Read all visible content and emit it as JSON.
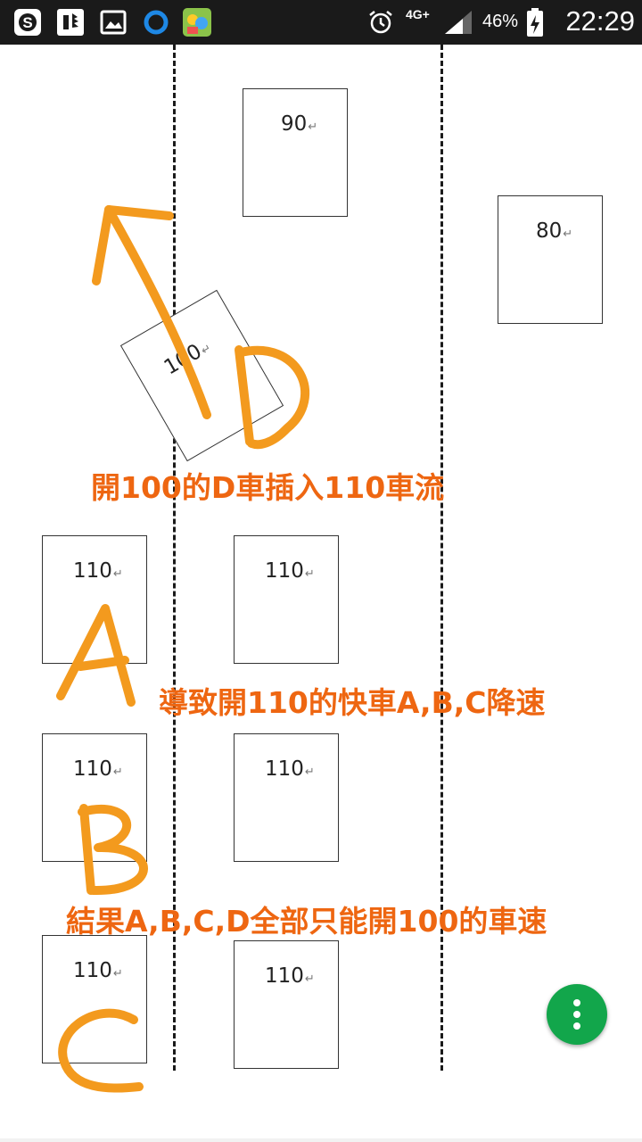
{
  "status_bar": {
    "time": "22:29",
    "battery_percent": "46%",
    "network": "4G+",
    "icons_left": [
      "skype-icon",
      "dragon-app-icon",
      "gallery-icon",
      "ring-app-icon",
      "game-app-icon"
    ],
    "icons_right": [
      "alarm-clock-icon",
      "signal-icon",
      "battery-icon"
    ]
  },
  "cars": {
    "top_90": "90",
    "right_80": "80",
    "d_100": "100",
    "a_left": "110",
    "a_right": "110",
    "b_left": "110",
    "b_right": "110",
    "c_left": "110",
    "c_right": "110"
  },
  "handwritten_letters": [
    "D",
    "A",
    "B",
    "C"
  ],
  "captions": {
    "line1": "開100的D車插入110車流",
    "line2": "導致開110的快車A,B,C降速",
    "line3": "結果A,B,C,D全部只能開100的車速"
  },
  "colors": {
    "annotation_orange": "#f39a1e",
    "caption_orange": "#ee6611",
    "fab_green": "#12a64b",
    "status_bar": "#1a1a1a"
  },
  "fab": {
    "icon": "more-vertical-icon"
  }
}
